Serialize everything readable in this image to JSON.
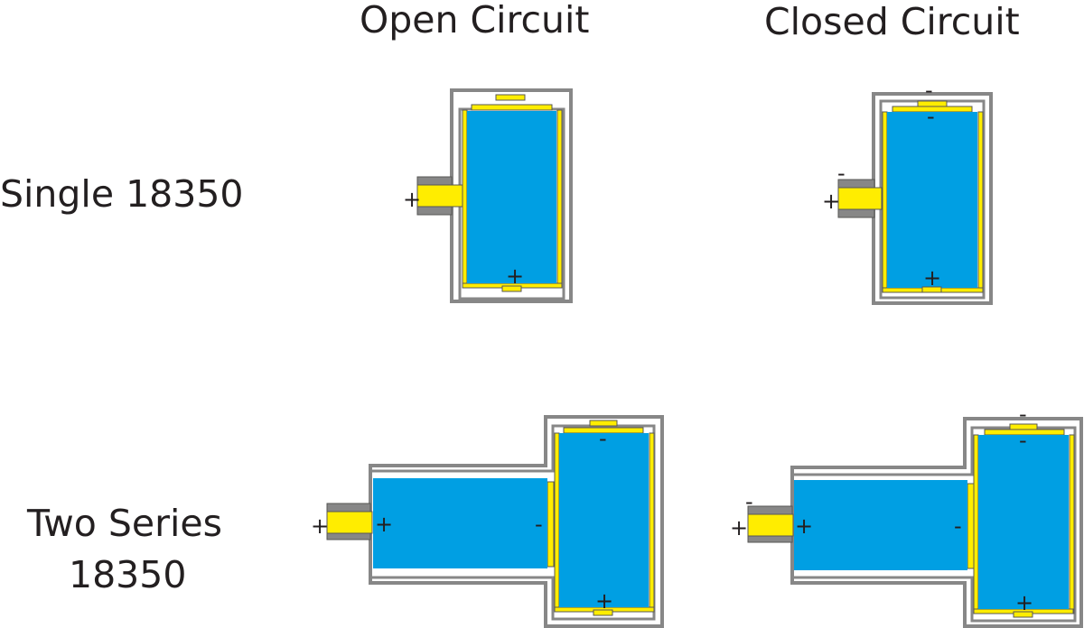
{
  "headers": {
    "open": "Open Circuit",
    "closed": "Closed Circuit"
  },
  "rows": {
    "single": "Single 18350",
    "series_line1": "Two Series",
    "series_line2": "18350"
  },
  "signs": {
    "plus": "+",
    "minus": "-"
  },
  "colors": {
    "battery": "#009fe3",
    "contact": "#ffed00",
    "tube": "#878787",
    "tube_outline": "#575756",
    "text": "#231f20"
  }
}
